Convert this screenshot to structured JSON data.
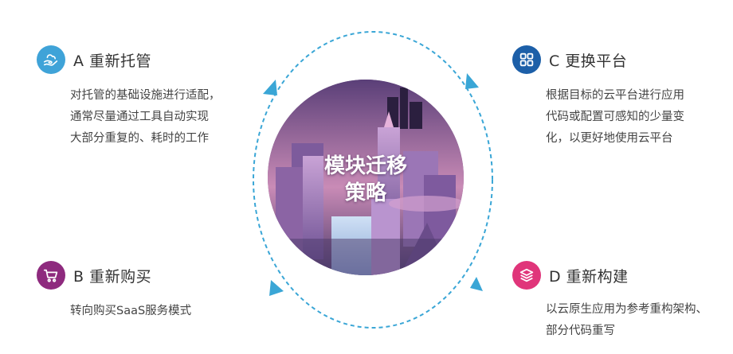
{
  "center": {
    "line1": "模块迁移",
    "line2": "策略"
  },
  "items": {
    "a": {
      "title": "A 重新托管",
      "desc": [
        "对托管的基础设施进行适配，",
        "通常尽量通过工具自动实现",
        "大部分重复的、耗时的工作"
      ],
      "icon": "hand-cloud-icon",
      "color": "#3fa3d8"
    },
    "b": {
      "title": "B 重新购买",
      "desc": [
        "转向购买SaaS服务模式"
      ],
      "icon": "shopping-cart-icon",
      "color": "#8e2a7e"
    },
    "c": {
      "title": "C 更换平台",
      "desc": [
        "根据目标的云平台进行应用",
        "代码或配置可感知的少量变",
        "化，以更好地使用云平台"
      ],
      "icon": "grid-icon",
      "color": "#1c5fa8"
    },
    "d": {
      "title": "D 重新构建",
      "desc": [
        "以云原生应用为参考重构架构、",
        "部分代码重写"
      ],
      "icon": "layers-icon",
      "color": "#e0357a"
    }
  },
  "ring_color": "#3aa6d6"
}
